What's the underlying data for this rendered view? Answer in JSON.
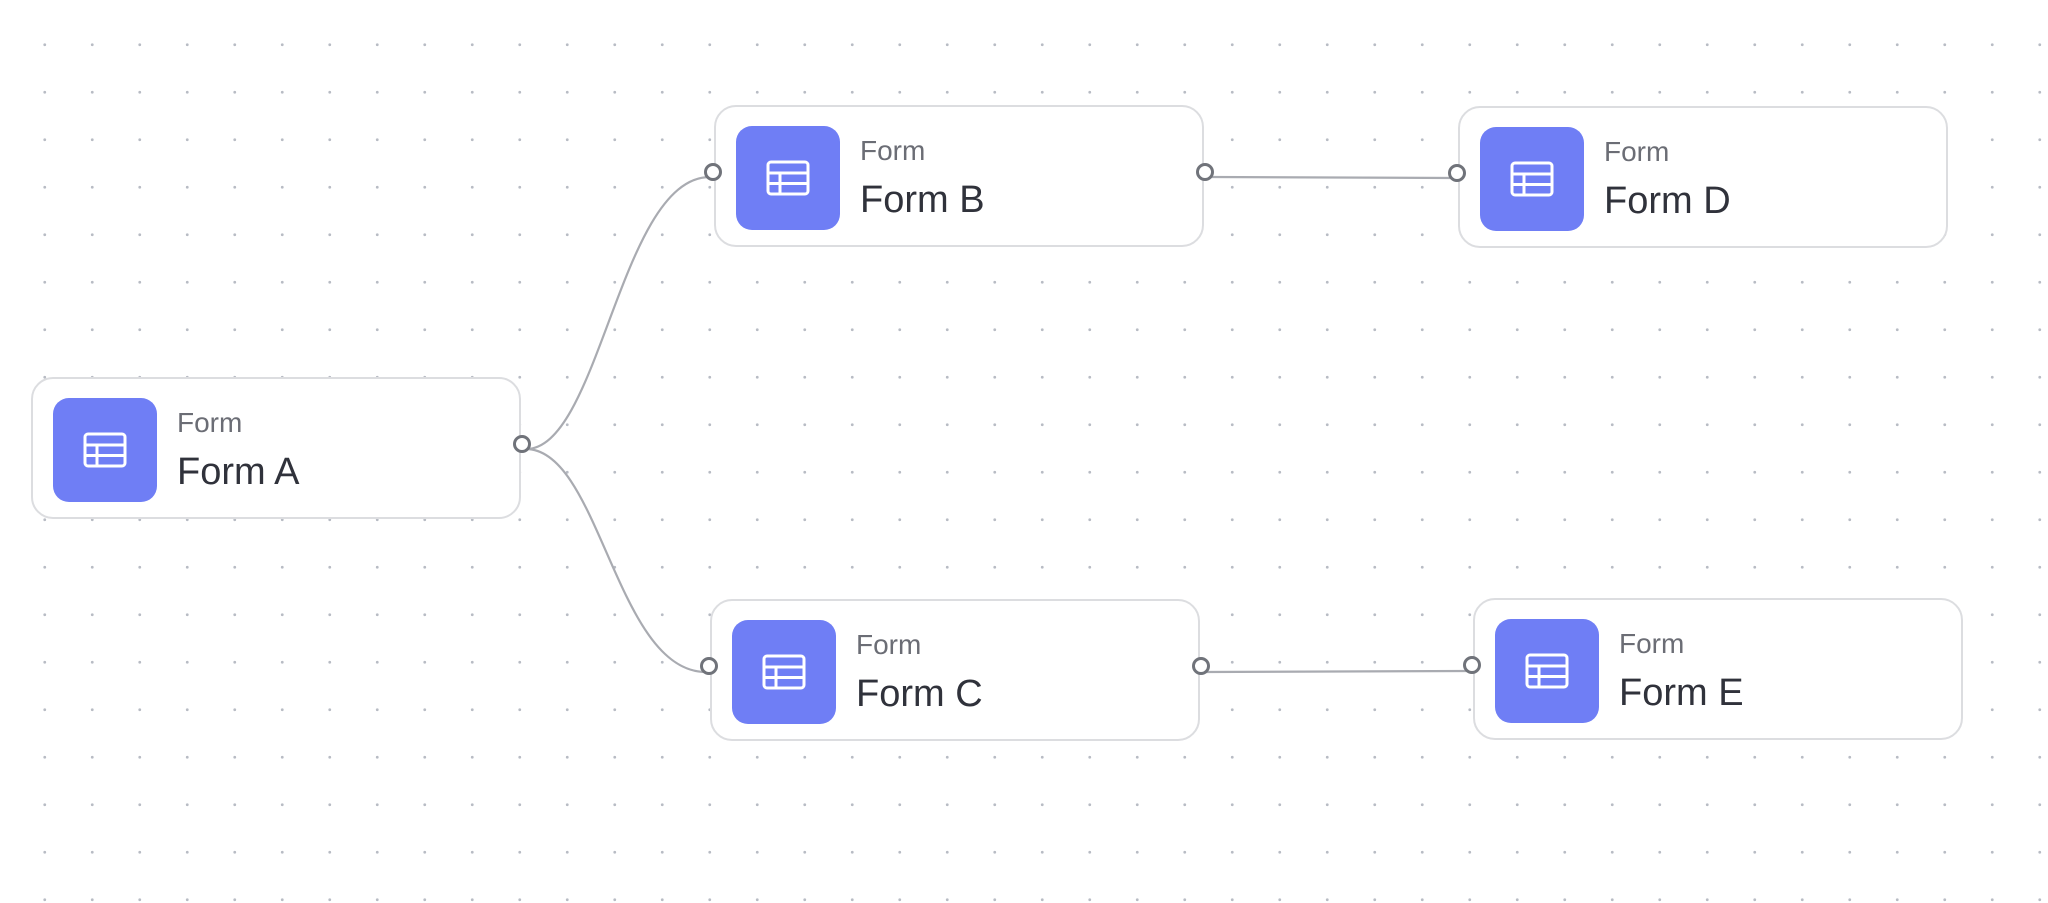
{
  "diagram": {
    "nodes": [
      {
        "id": "a",
        "type_label": "Form",
        "title": "Form A",
        "icon": "table-form-icon"
      },
      {
        "id": "b",
        "type_label": "Form",
        "title": "Form B",
        "icon": "table-form-icon"
      },
      {
        "id": "c",
        "type_label": "Form",
        "title": "Form C",
        "icon": "table-form-icon"
      },
      {
        "id": "d",
        "type_label": "Form",
        "title": "Form D",
        "icon": "table-form-icon"
      },
      {
        "id": "e",
        "type_label": "Form",
        "title": "Form E",
        "icon": "table-form-icon"
      }
    ],
    "edges": [
      {
        "from": "a",
        "to": "b"
      },
      {
        "from": "a",
        "to": "c"
      },
      {
        "from": "b",
        "to": "d"
      },
      {
        "from": "c",
        "to": "e"
      }
    ],
    "colors": {
      "icon_background": "#6f7ef5",
      "edge": "#a9abb1",
      "node_border": "#dcdde0",
      "handle": "#70737a"
    }
  }
}
